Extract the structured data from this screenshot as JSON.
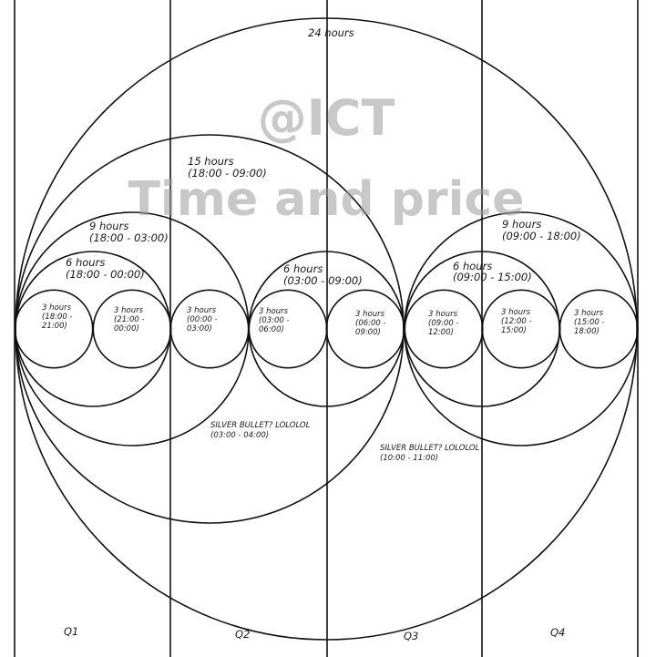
{
  "watermark": {
    "handle": "@ICT",
    "title": "Time and price"
  },
  "circle_labels": {
    "c24": {
      "title": "24 hours"
    },
    "c15": {
      "title": "15 hours",
      "range": "(18:00 - 09:00)"
    },
    "c9a": {
      "title": "9 hours",
      "range": "(18:00 - 03:00)"
    },
    "c6a": {
      "title": "6 hours",
      "range": "(18:00 - 00:00)"
    },
    "c6b": {
      "title": "6 hours",
      "range": "(03:00 - 09:00)"
    },
    "c9b": {
      "title": "9 hours",
      "range": "(09:00 - 18:00)"
    },
    "c6c": {
      "title": "6 hours",
      "range": "(09:00 - 15:00)"
    }
  },
  "three_hour_blocks": [
    {
      "title": "3 hours",
      "l1": "(18:00 -",
      "l2": "21:00)"
    },
    {
      "title": "3 hours",
      "l1": "(21:00 -",
      "l2": "00:00)"
    },
    {
      "title": "3 hours",
      "l1": "(00:00 -",
      "l2": "03:00)"
    },
    {
      "title": "3 hours",
      "l1": "(03:00 -",
      "l2": "06:00)"
    },
    {
      "title": "3 hours",
      "l1": "(06:00 -",
      "l2": "09:00)"
    },
    {
      "title": "3 hours",
      "l1": "(09:00 -",
      "l2": "12:00)"
    },
    {
      "title": "3 hours",
      "l1": "(12:00 -",
      "l2": "15:00)"
    },
    {
      "title": "3 hours",
      "l1": "(15:00 -",
      "l2": "18:00)"
    }
  ],
  "silver_bullets": [
    {
      "title": "SILVER BULLET? LOLOLOL",
      "range": "(03:00 - 04:00)"
    },
    {
      "title": "SILVER BULLET? LOLOLOL",
      "range": "(10:00 - 11:00)"
    }
  ],
  "quarters": [
    "Q1",
    "Q2",
    "Q3",
    "Q4"
  ]
}
